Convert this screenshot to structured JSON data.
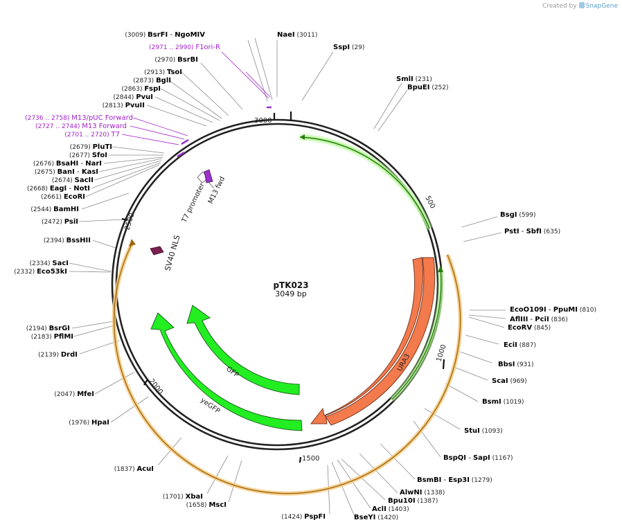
{
  "credit": {
    "prefix": "Created by",
    "brand": "SnapGene"
  },
  "plasmid": {
    "name": "pTK023",
    "length_label": "3049 bp",
    "length": 3049
  },
  "ticks": [
    "500",
    "1000",
    "1500",
    "2000",
    "2500",
    "3000"
  ],
  "features": {
    "gfp": "GFP",
    "yegfp": "yeGFP",
    "ura3": "URA3",
    "sv40": "SV40 NLS",
    "t7promoter": "T7 promoter",
    "m13fwd": "M13 fwd"
  },
  "labels": [
    {
      "pos": "(3009)",
      "name": "BsrFI",
      "name2": "NgoMIV",
      "color": "#000000"
    },
    {
      "pos": "(2971 .. 2990)",
      "name": "F1ori-R",
      "color": "#a020c8"
    },
    {
      "pos": "(2970)",
      "name": "BsrBI",
      "color": "#000000"
    },
    {
      "pos": "(2913)",
      "name": "TsoI",
      "color": "#000000"
    },
    {
      "pos": "(2873)",
      "name": "BglI",
      "color": "#000000"
    },
    {
      "pos": "(2863)",
      "name": "FspI",
      "color": "#000000"
    },
    {
      "pos": "(2844)",
      "name": "PvuI",
      "color": "#000000"
    },
    {
      "pos": "(2813)",
      "name": "PvuII",
      "color": "#000000"
    },
    {
      "pos": "(2736 .. 2758)",
      "name": "M13/pUC Forward",
      "color": "#a020c8"
    },
    {
      "pos": "(2727 .. 2744)",
      "name": "M13 Forward",
      "color": "#a020c8"
    },
    {
      "pos": "(2701 .. 2720)",
      "name": "T7",
      "color": "#a020c8"
    },
    {
      "pos": "(2679)",
      "name": "PluTI",
      "color": "#000000"
    },
    {
      "pos": "(2677)",
      "name": "SfoI",
      "color": "#000000"
    },
    {
      "pos": "(2676)",
      "name": "BsaHI",
      "name2": "NarI",
      "color": "#000000"
    },
    {
      "pos": "(2675)",
      "name": "BanI",
      "name2": "KasI",
      "color": "#000000"
    },
    {
      "pos": "(2674)",
      "name": "SacII",
      "color": "#000000"
    },
    {
      "pos": "(2668)",
      "name": "EagI",
      "name2": "NotI",
      "color": "#000000"
    },
    {
      "pos": "(2661)",
      "name": "EcoRI",
      "color": "#000000"
    },
    {
      "pos": "(2544)",
      "name": "BamHI",
      "color": "#000000"
    },
    {
      "pos": "(2472)",
      "name": "PsiI",
      "color": "#000000"
    },
    {
      "pos": "(2394)",
      "name": "BssHII",
      "color": "#000000"
    },
    {
      "pos": "(2334)",
      "name": "SacI",
      "color": "#000000"
    },
    {
      "pos": "(2332)",
      "name": "Eco53kI",
      "color": "#000000"
    },
    {
      "pos": "(2194)",
      "name": "BsrGI",
      "color": "#000000"
    },
    {
      "pos": "(2183)",
      "name": "PflMI",
      "color": "#000000"
    },
    {
      "pos": "(2139)",
      "name": "DrdI",
      "color": "#000000"
    },
    {
      "pos": "(2047)",
      "name": "MfeI",
      "color": "#000000"
    },
    {
      "pos": "(1976)",
      "name": "HpaI",
      "color": "#000000"
    },
    {
      "pos": "(1837)",
      "name": "AcuI",
      "color": "#000000"
    },
    {
      "pos": "(1701)",
      "name": "XbaI",
      "color": "#000000"
    },
    {
      "pos": "(1658)",
      "name": "MscI",
      "color": "#000000"
    },
    {
      "pos": "(1424)",
      "name": "PspFI",
      "color": "#000000"
    },
    {
      "name": "NaeI",
      "pos": "(3011)",
      "color": "#000000"
    },
    {
      "name": "SspI",
      "pos": "(29)",
      "color": "#000000"
    },
    {
      "name": "SmlI",
      "pos": "(231)",
      "color": "#000000"
    },
    {
      "name": "BpuEI",
      "pos": "(252)",
      "color": "#000000"
    },
    {
      "name": "BsgI",
      "pos": "(599)",
      "color": "#000000"
    },
    {
      "name": "PstI",
      "name2": "SbfI",
      "pos": "(635)",
      "color": "#000000"
    },
    {
      "name": "EcoO109I",
      "name2": "PpuMI",
      "pos": "(810)",
      "color": "#000000"
    },
    {
      "name": "AflIII",
      "name2": "PciI",
      "pos": "(836)",
      "color": "#000000"
    },
    {
      "name": "EcoRV",
      "pos": "(845)",
      "color": "#000000"
    },
    {
      "name": "EciI",
      "pos": "(887)",
      "color": "#000000"
    },
    {
      "name": "BbsI",
      "pos": "(931)",
      "color": "#000000"
    },
    {
      "name": "ScaI",
      "pos": "(969)",
      "color": "#000000"
    },
    {
      "name": "BsmI",
      "pos": "(1019)",
      "color": "#000000"
    },
    {
      "name": "StuI",
      "pos": "(1093)",
      "color": "#000000"
    },
    {
      "name": "BspQI",
      "name2": "SapI",
      "pos": "(1167)",
      "color": "#000000"
    },
    {
      "name": "BsmBI",
      "name2": "Esp3I",
      "pos": "(1279)",
      "color": "#000000"
    },
    {
      "name": "AlwNI",
      "pos": "(1338)",
      "color": "#000000"
    },
    {
      "name": "Bpu10I",
      "pos": "(1387)",
      "color": "#000000"
    },
    {
      "name": "AclI",
      "pos": "(1403)",
      "color": "#000000"
    },
    {
      "name": "BseYI",
      "pos": "(1420)",
      "color": "#000000"
    }
  ],
  "colors": {
    "green_feature": "#22ee22",
    "ura3": "#f37a4d",
    "origin_track": "#f4b860",
    "primer": "#9933cc",
    "nls": "#7a2050"
  }
}
